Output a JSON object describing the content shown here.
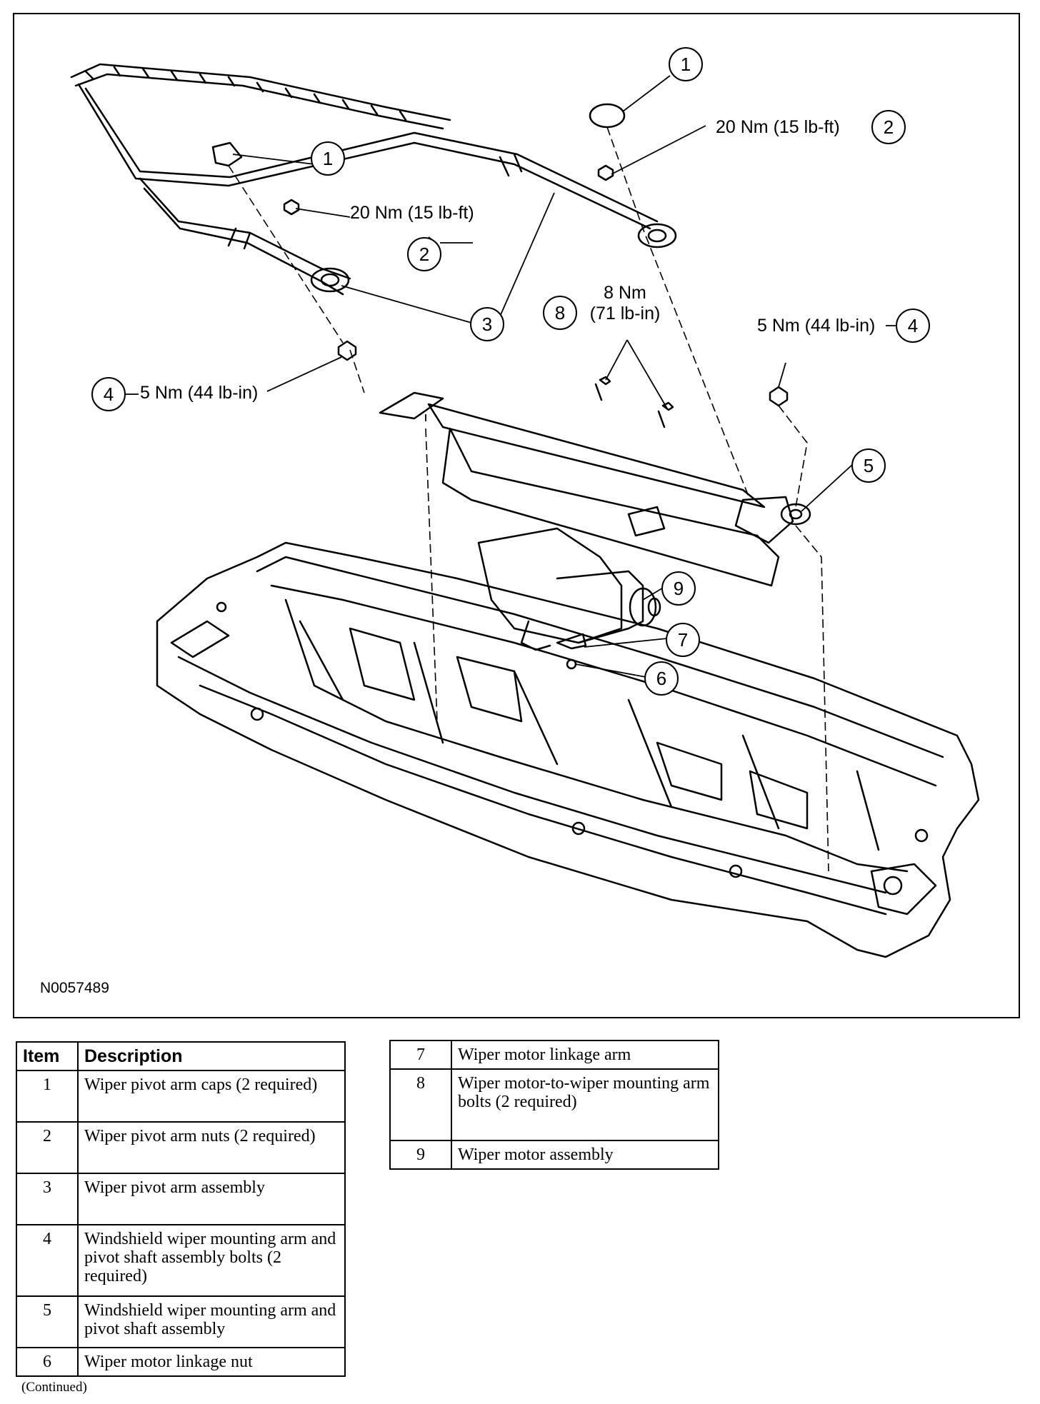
{
  "figure": {
    "id": "N0057489",
    "callouts": {
      "c1a": "1",
      "c1b": "1",
      "c2a": "2",
      "c2b": "2",
      "c3": "3",
      "c4a": "4",
      "c4b": "4",
      "c5": "5",
      "c6": "6",
      "c7": "7",
      "c8": "8",
      "c9": "9"
    },
    "torques": {
      "t20a": "20 Nm (15 lb-ft)",
      "t20b": "20 Nm (15 lb-ft)",
      "t8_line1": "8 Nm",
      "t8_line2": "(71 lb-in)",
      "t5a": "5 Nm (44 lb-in)",
      "t5b": "5 Nm (44 lb-in)"
    }
  },
  "legend": {
    "header": {
      "item": "Item",
      "description": "Description"
    },
    "rows": [
      {
        "item": "1",
        "description": "Wiper pivot arm caps (2 required)"
      },
      {
        "item": "2",
        "description": "Wiper pivot arm nuts (2 required)"
      },
      {
        "item": "3",
        "description": "Wiper pivot arm assembly"
      },
      {
        "item": "4",
        "description": "Windshield wiper mounting arm and pivot shaft assembly bolts (2 required)"
      },
      {
        "item": "5",
        "description": "Windshield wiper mounting arm and pivot shaft assembly"
      },
      {
        "item": "6",
        "description": "Wiper motor linkage nut"
      },
      {
        "item": "7",
        "description": "Wiper motor linkage arm"
      },
      {
        "item": "8",
        "description": "Wiper motor-to-wiper mounting arm bolts (2 required)"
      },
      {
        "item": "9",
        "description": "Wiper motor assembly"
      }
    ]
  },
  "footer": {
    "continued": "(Continued)"
  }
}
